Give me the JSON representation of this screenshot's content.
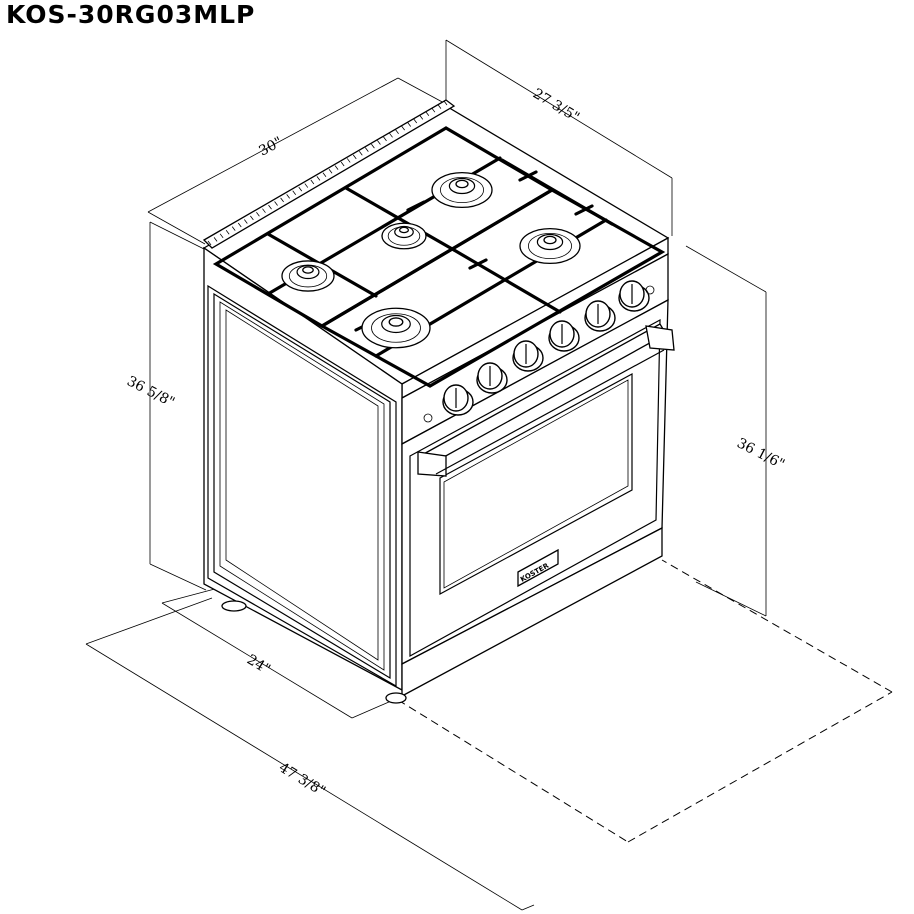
{
  "title": "KOS-30RG03MLP",
  "dimensions": {
    "width_top": "30\"",
    "depth_top": "27 3/5\"",
    "height_left": "36 5/8\"",
    "height_right": "36 1/6\"",
    "depth_base": "24\"",
    "depth_open": "47 3/8\""
  },
  "brand_plate": "KOSTER",
  "icons": {
    "burner": "gas-burner-icon",
    "knob": "control-knob-icon"
  }
}
